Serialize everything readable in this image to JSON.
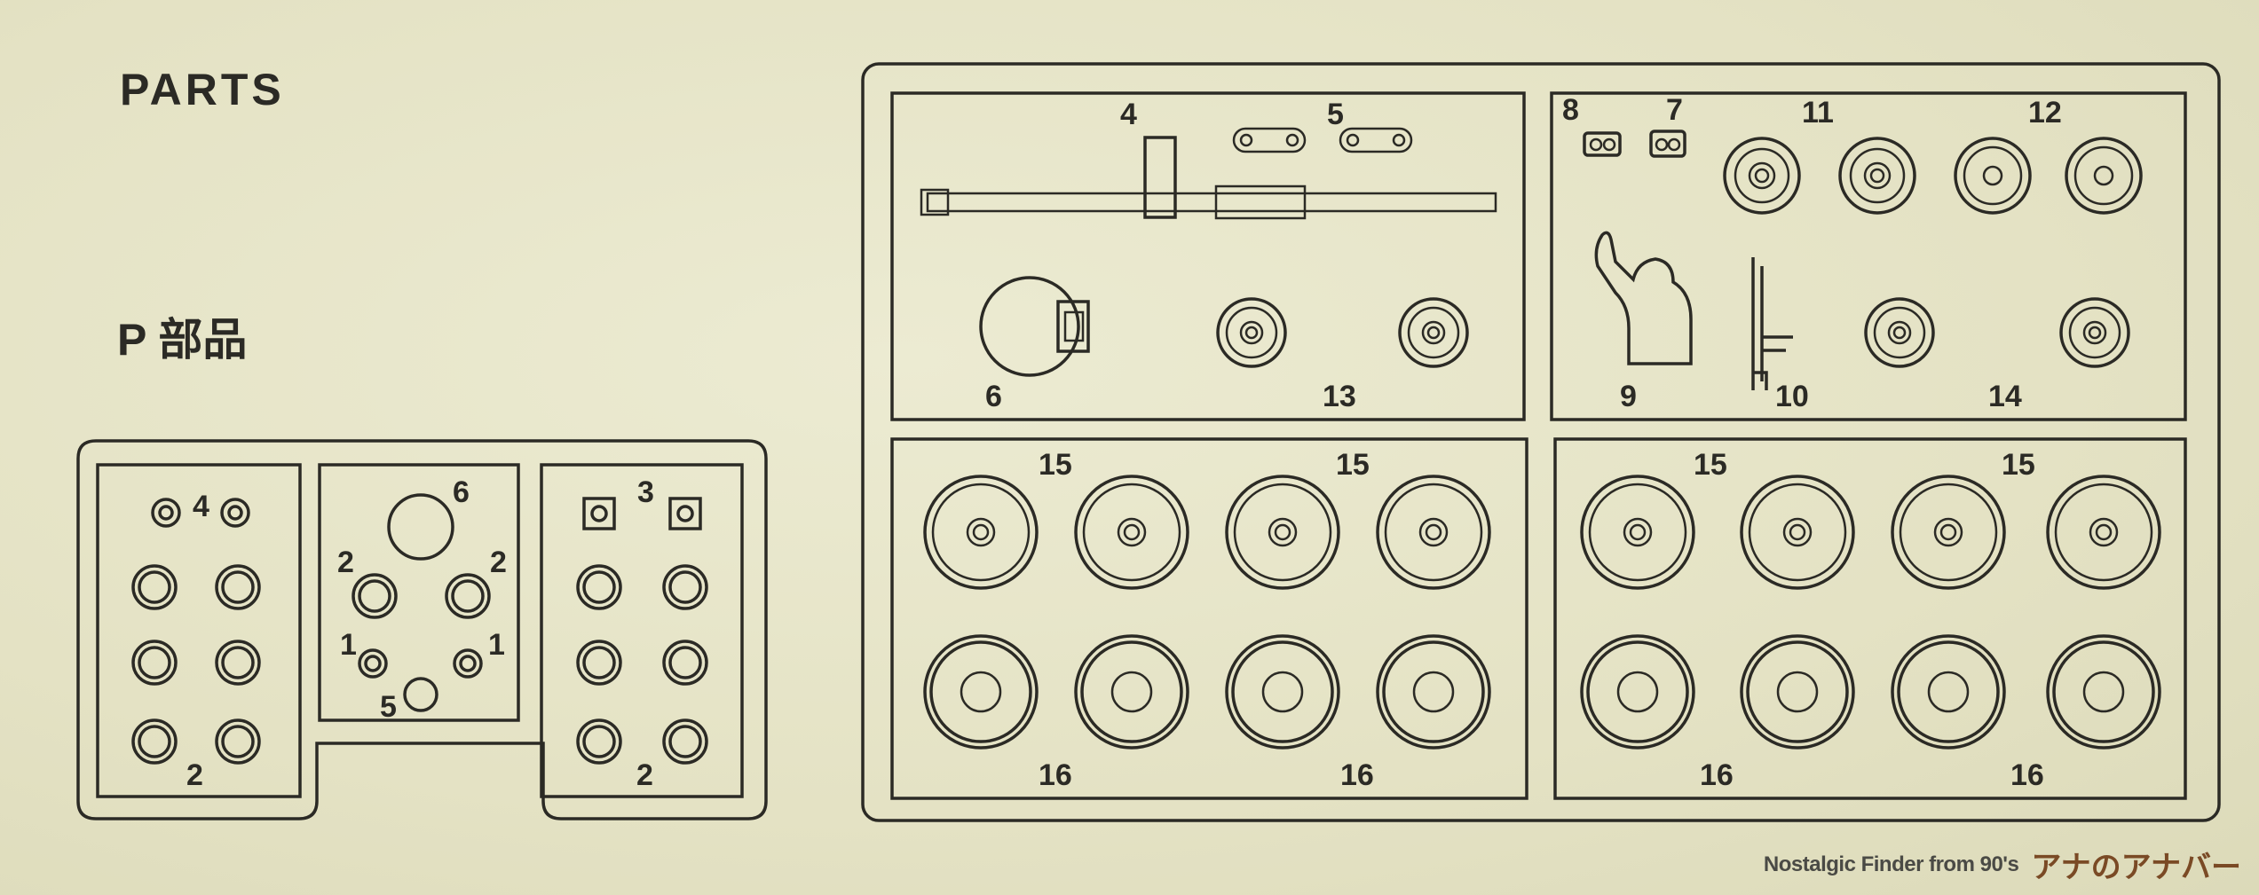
{
  "heading": "PARTS",
  "subheading": "P 部品",
  "left_sprue_labels": [
    "4",
    "6",
    "2",
    "2",
    "1",
    "1",
    "5",
    "3",
    "2",
    "2"
  ],
  "right_sprue_labels": [
    "4",
    "5",
    "8",
    "7",
    "11",
    "12",
    "6",
    "13",
    "9",
    "10",
    "14",
    "15",
    "15",
    "15",
    "15",
    "16",
    "16",
    "16",
    "16"
  ],
  "watermark": {
    "text": "Nostalgic Finder from 90's",
    "logo": "アナのアナバー"
  },
  "colors": {
    "paper": "#e6e4c8",
    "ink": "#2b2a25",
    "logo": "#7a4a25"
  }
}
